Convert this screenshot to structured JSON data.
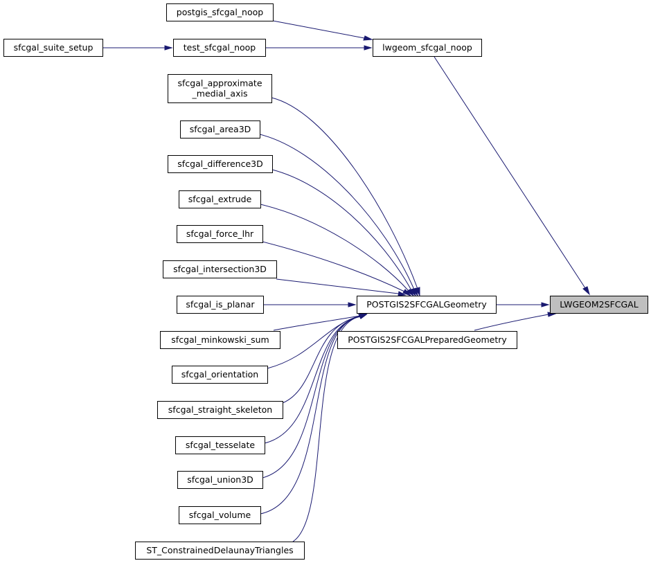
{
  "colors": {
    "edge": "#191970",
    "focus_fill": "#bfbfbf",
    "node_fill": "#ffffff",
    "node_stroke": "#000000"
  },
  "nodes": {
    "postgis_sfcgal_noop": "postgis_sfcgal_noop",
    "sfcgal_suite_setup": "sfcgal_suite_setup",
    "test_sfcgal_noop": "test_sfcgal_noop",
    "lwgeom_sfcgal_noop": "lwgeom_sfcgal_noop",
    "sfcgal_approximate_medial_axis": [
      "sfcgal_approximate",
      "_medial_axis"
    ],
    "sfcgal_area3D": "sfcgal_area3D",
    "sfcgal_difference3D": "sfcgal_difference3D",
    "sfcgal_extrude": "sfcgal_extrude",
    "sfcgal_force_lhr": "sfcgal_force_lhr",
    "sfcgal_intersection3D": "sfcgal_intersection3D",
    "sfcgal_is_planar": "sfcgal_is_planar",
    "sfcgal_minkowski_sum": "sfcgal_minkowski_sum",
    "sfcgal_orientation": "sfcgal_orientation",
    "sfcgal_straight_skeleton": "sfcgal_straight_skeleton",
    "sfcgal_tesselate": "sfcgal_tesselate",
    "sfcgal_union3D": "sfcgal_union3D",
    "sfcgal_volume": "sfcgal_volume",
    "ST_ConstrainedDelaunayTriangles": "ST_ConstrainedDelaunayTriangles",
    "POSTGIS2SFCGALGeometry": "POSTGIS2SFCGALGeometry",
    "POSTGIS2SFCGALPreparedGeometry": "POSTGIS2SFCGALPreparedGeometry",
    "LWGEOM2SFCGAL": "LWGEOM2SFCGAL"
  },
  "edges": [
    [
      "postgis_sfcgal_noop",
      "lwgeom_sfcgal_noop"
    ],
    [
      "sfcgal_suite_setup",
      "test_sfcgal_noop"
    ],
    [
      "test_sfcgal_noop",
      "lwgeom_sfcgal_noop"
    ],
    [
      "lwgeom_sfcgal_noop",
      "LWGEOM2SFCGAL"
    ],
    [
      "sfcgal_approximate_medial_axis",
      "POSTGIS2SFCGALGeometry"
    ],
    [
      "sfcgal_area3D",
      "POSTGIS2SFCGALGeometry"
    ],
    [
      "sfcgal_difference3D",
      "POSTGIS2SFCGALGeometry"
    ],
    [
      "sfcgal_extrude",
      "POSTGIS2SFCGALGeometry"
    ],
    [
      "sfcgal_force_lhr",
      "POSTGIS2SFCGALGeometry"
    ],
    [
      "sfcgal_intersection3D",
      "POSTGIS2SFCGALGeometry"
    ],
    [
      "sfcgal_is_planar",
      "POSTGIS2SFCGALGeometry"
    ],
    [
      "sfcgal_minkowski_sum",
      "POSTGIS2SFCGALGeometry"
    ],
    [
      "sfcgal_orientation",
      "POSTGIS2SFCGALGeometry"
    ],
    [
      "sfcgal_straight_skeleton",
      "POSTGIS2SFCGALGeometry"
    ],
    [
      "sfcgal_tesselate",
      "POSTGIS2SFCGALGeometry"
    ],
    [
      "sfcgal_union3D",
      "POSTGIS2SFCGALGeometry"
    ],
    [
      "sfcgal_volume",
      "POSTGIS2SFCGALGeometry"
    ],
    [
      "ST_ConstrainedDelaunayTriangles",
      "POSTGIS2SFCGALGeometry"
    ],
    [
      "POSTGIS2SFCGALGeometry",
      "LWGEOM2SFCGAL"
    ],
    [
      "POSTGIS2SFCGALPreparedGeometry",
      "LWGEOM2SFCGAL"
    ]
  ]
}
